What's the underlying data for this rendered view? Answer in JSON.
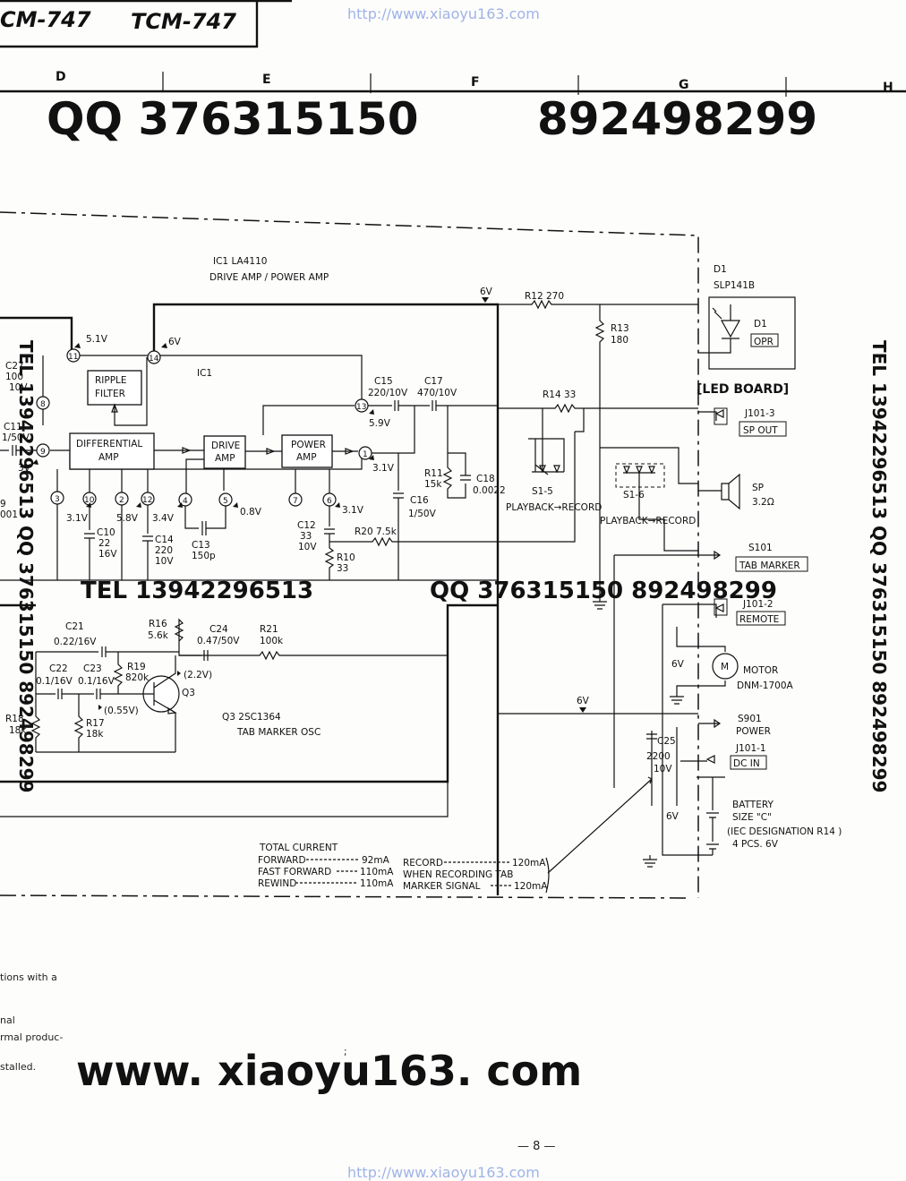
{
  "header": {
    "model_left": "CM-747",
    "model_right": "TCM-747",
    "url_top": "http://www.xiaoyu163.com",
    "url_bottom": "http://www.xiaoyu163.com"
  },
  "grid": {
    "columns": [
      "D",
      "E",
      "F",
      "G",
      "H"
    ]
  },
  "watermarks": {
    "qq": "QQ 376315150",
    "num": "892498299",
    "tel": "TEL 13942296513",
    "qq2": "QQ 376315150 892498299",
    "site": "www. xiaoyu163. com",
    "side_left": "TEL 13942296513 QQ 376315150 892498299",
    "side_right": "TEL 13942296513 QQ 376315150 892498299"
  },
  "ic": {
    "name": "IC1  LA4110",
    "function": "DRIVE AMP / POWER AMP",
    "inner_label": "IC1",
    "blocks": {
      "ripple": [
        "RIPPLE",
        "FILTER"
      ],
      "diff": [
        "DIFFERENTIAL",
        "AMP"
      ],
      "drive": [
        "DRIVE",
        "AMP"
      ],
      "power": [
        "POWER",
        "AMP"
      ]
    },
    "pins": [
      "1",
      "3",
      "4",
      "5",
      "7",
      "6",
      "8",
      "9",
      "10",
      "11",
      "12",
      "13",
      "14",
      "2"
    ],
    "voltages": {
      "p11": "5.1V",
      "p14": "6V",
      "p13": "5.9V",
      "p1": "3.1V",
      "p9": "3V",
      "p10": "3.1V",
      "p2": "5.8V",
      "p12": "3.4V",
      "p5": "0.8V",
      "p6": "3.1V"
    }
  },
  "components": {
    "c27": [
      "C27",
      "100",
      "10V"
    ],
    "c11": [
      "C11",
      "1/50V"
    ],
    "c9": [
      "9",
      "001"
    ],
    "c10": [
      "C10",
      "22",
      "16V"
    ],
    "c14": [
      "C14",
      "220",
      "10V"
    ],
    "c13": [
      "C13",
      "150p"
    ],
    "c12": [
      "C12",
      "33",
      "10V"
    ],
    "r10": [
      "R10",
      "33"
    ],
    "r20": "R20 7.5k",
    "c15": [
      "C15",
      "220/10V"
    ],
    "c17": [
      "C17",
      "470/10V"
    ],
    "c16": [
      "C16",
      "1/50V"
    ],
    "r11": [
      "R11",
      "15k"
    ],
    "c18": [
      "C18",
      "0.0022"
    ],
    "r14": "R14 33",
    "r12": "R12  270",
    "r13": [
      "R13",
      "180"
    ],
    "supply_6v": "6V"
  },
  "led": {
    "ref": "D1",
    "part": "SLP141B",
    "d1": "D1",
    "opr": "OPR",
    "board": "[LED BOARD]"
  },
  "switches": {
    "s15": "S1-5",
    "s16": "S1-6",
    "s15_func": "PLAYBACK→RECORD",
    "s16_func": "PLAYBACK→RECORD"
  },
  "connectors": {
    "j1013": "J101-3",
    "sp_out": "SP OUT",
    "sp": [
      "SP",
      "3.2Ω"
    ],
    "s101": "S101",
    "tab_marker": "TAB MARKER",
    "j1012": "J101-2",
    "remote": "REMOTE",
    "motor_sym": "M",
    "motor": [
      "MOTOR",
      "DNM-1700A"
    ],
    "motor_v": "6V",
    "s901": [
      "S901",
      "POWER"
    ],
    "j1011": "J101-1",
    "dc_in": "DC IN",
    "c25": [
      "C25",
      "2200",
      "10V"
    ],
    "batt_v": "6V",
    "osc_v": "6V",
    "battery": [
      "BATTERY",
      "SIZE \"C\"",
      "(IEC DESIGNATION R14 )",
      "4 PCS. 6V"
    ]
  },
  "osc": {
    "c21": [
      "C21",
      "0.22/16V"
    ],
    "r16": [
      "R16",
      "5.6k"
    ],
    "c24": [
      "C24",
      "0.47/50V"
    ],
    "r21": [
      "R21",
      "100k"
    ],
    "c22": [
      "C22",
      "0.1/16V"
    ],
    "c23": [
      "C23",
      "0.1/16V"
    ],
    "r19": [
      "R19",
      "820k"
    ],
    "v_top": "(2.2V)",
    "q3": "Q3",
    "v_bot": "(0.55V)",
    "r18": [
      "R18",
      "18k"
    ],
    "r17": [
      "R17",
      "18k"
    ],
    "title": "Q3  2SC1364",
    "subtitle": "TAB MARKER OSC"
  },
  "current": {
    "title": "TOTAL  CURRENT",
    "left": [
      {
        "label": "FORWARD",
        "value": "92mA"
      },
      {
        "label": "FAST  FORWARD",
        "value": "110mA"
      },
      {
        "label": "REWIND",
        "value": "110mA"
      }
    ],
    "right": [
      {
        "label": "RECORD",
        "value": "120mA"
      },
      {
        "label": "WHEN  RECORDING  TAB",
        "value": ""
      },
      {
        "label": "MARKER  SIGNAL",
        "value": "120mA"
      }
    ]
  },
  "notes": [
    "tions  with  a",
    "nal",
    "rmal  produc-",
    "stalled."
  ],
  "page_number": "—  8  —"
}
